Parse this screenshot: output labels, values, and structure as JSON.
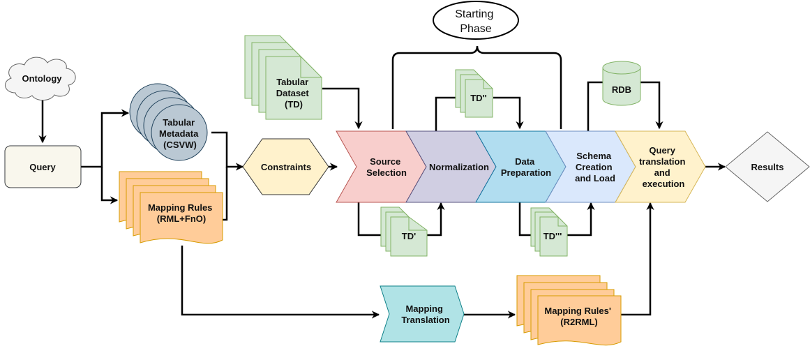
{
  "nodes": {
    "ontology": {
      "label": "Ontology"
    },
    "query": {
      "label": "Query"
    },
    "tabular_metadata": {
      "lines": [
        "Tabular",
        "Metadata",
        "(CSVW)"
      ]
    },
    "mapping_rules": {
      "lines": [
        "Mapping Rules",
        "(RML+FnO)"
      ]
    },
    "tabular_dataset": {
      "lines": [
        "Tabular",
        "Dataset",
        "(TD)"
      ]
    },
    "constraints": {
      "label": "Constraints"
    },
    "starting_phase": {
      "lines": [
        "Starting",
        "Phase"
      ]
    },
    "td_double": {
      "label": "TD''"
    },
    "td_prime": {
      "label": "TD'"
    },
    "td_triple": {
      "label": "TD'''"
    },
    "rdb": {
      "label": "RDB"
    },
    "results": {
      "label": "Results"
    },
    "mapping_translation": {
      "lines": [
        "Mapping",
        "Translation"
      ]
    },
    "mapping_rules_prime": {
      "lines": [
        "Mapping Rules'",
        "(R2RML)"
      ]
    }
  },
  "pipeline": [
    {
      "id": "source-selection",
      "lines": [
        "Source",
        "Selection"
      ]
    },
    {
      "id": "normalization",
      "lines": [
        "Normalization"
      ]
    },
    {
      "id": "data-preparation",
      "lines": [
        "Data",
        "Preparation"
      ]
    },
    {
      "id": "schema-creation",
      "lines": [
        "Schema",
        "Creation",
        "and Load"
      ]
    },
    {
      "id": "query-translation",
      "lines": [
        "Query",
        "translation",
        "and",
        "execution"
      ]
    }
  ],
  "colors": {
    "cloud_fill": "#f5f5f5",
    "query_fill": "#f9f7ed",
    "metadata_fill": "#bac8d3",
    "mapping_fill": "#ffcc99",
    "document_fill": "#d5e8d4",
    "document_stroke": "#82b366",
    "constraints_fill": "#fff2cc",
    "source_selection_fill": "#f8cecc",
    "normalization_fill": "#d0cee2",
    "data_preparation_fill": "#b1ddf0",
    "schema_creation_fill": "#dae8fc",
    "query_translation_fill": "#fff2cc",
    "results_fill": "#f5f5f5",
    "mapping_translation_fill": "#b0e3e6"
  }
}
